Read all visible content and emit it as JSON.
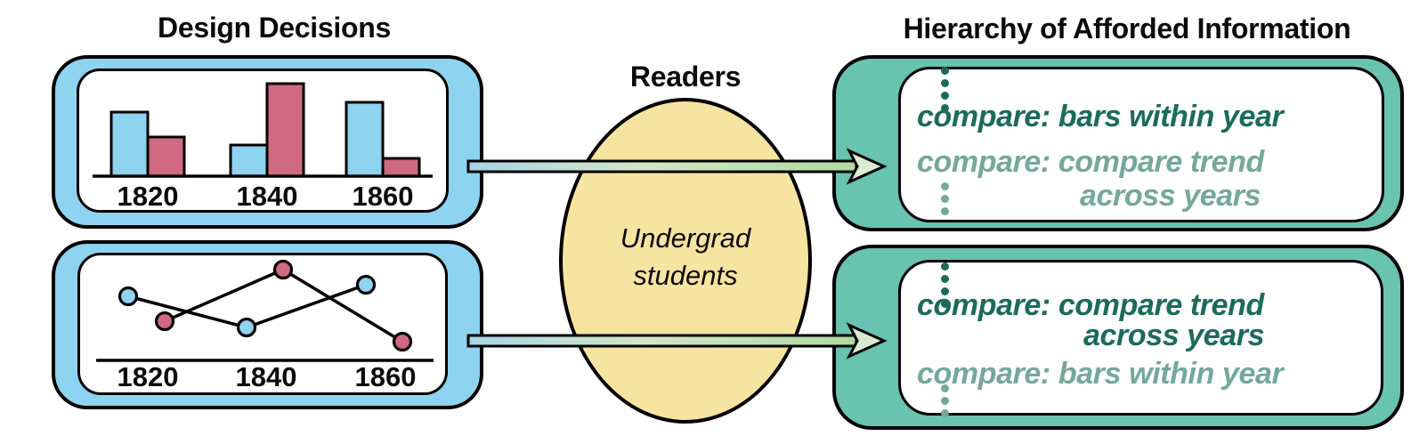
{
  "titles": {
    "left": "Design Decisions",
    "middle": "Readers",
    "right": "Hierarchy of Afforded Information"
  },
  "readers": {
    "line1": "Undergrad",
    "line2": "students"
  },
  "affordances": {
    "top": {
      "primary_lines": [
        "compare: bars within year"
      ],
      "secondary_lines": [
        "compare: compare trend",
        "across years"
      ]
    },
    "bottom": {
      "primary_lines": [
        "compare: compare trend",
        "across years"
      ],
      "secondary_lines": [
        "compare: bars within year"
      ]
    }
  },
  "colors": {
    "sky_blue": "#8ED3F0",
    "rose": "#D06A80",
    "teal": "#69C3B1",
    "teal_text_dark": "#1B6B5C",
    "teal_text_light": "#74A89B",
    "yellow": "#F6E4A0",
    "arrow_blue": "#A8D5E6",
    "arrow_mid": "#D4E6C6",
    "arrow_green": "#AEDAA0",
    "arrow_head": "#D8ECD2",
    "ink": "#000000"
  },
  "chart_data": [
    {
      "type": "bar",
      "title": "",
      "xlabel": "",
      "ylabel": "",
      "y_axis_labeled": false,
      "categories": [
        "1820",
        "1840",
        "1860"
      ],
      "series": [
        {
          "name": "blue",
          "color": "sky_blue",
          "values": [
            72,
            35,
            83
          ]
        },
        {
          "name": "pink",
          "color": "rose",
          "values": [
            44,
            104,
            20
          ]
        }
      ]
    },
    {
      "type": "line",
      "title": "",
      "xlabel": "",
      "ylabel": "",
      "y_axis_labeled": false,
      "categories": [
        "1820",
        "1840",
        "1860"
      ],
      "series": [
        {
          "name": "blue",
          "color": "sky_blue",
          "values": [
            72,
            37,
            85
          ]
        },
        {
          "name": "pink",
          "color": "rose",
          "values": [
            44,
            102,
            21
          ]
        }
      ]
    }
  ]
}
